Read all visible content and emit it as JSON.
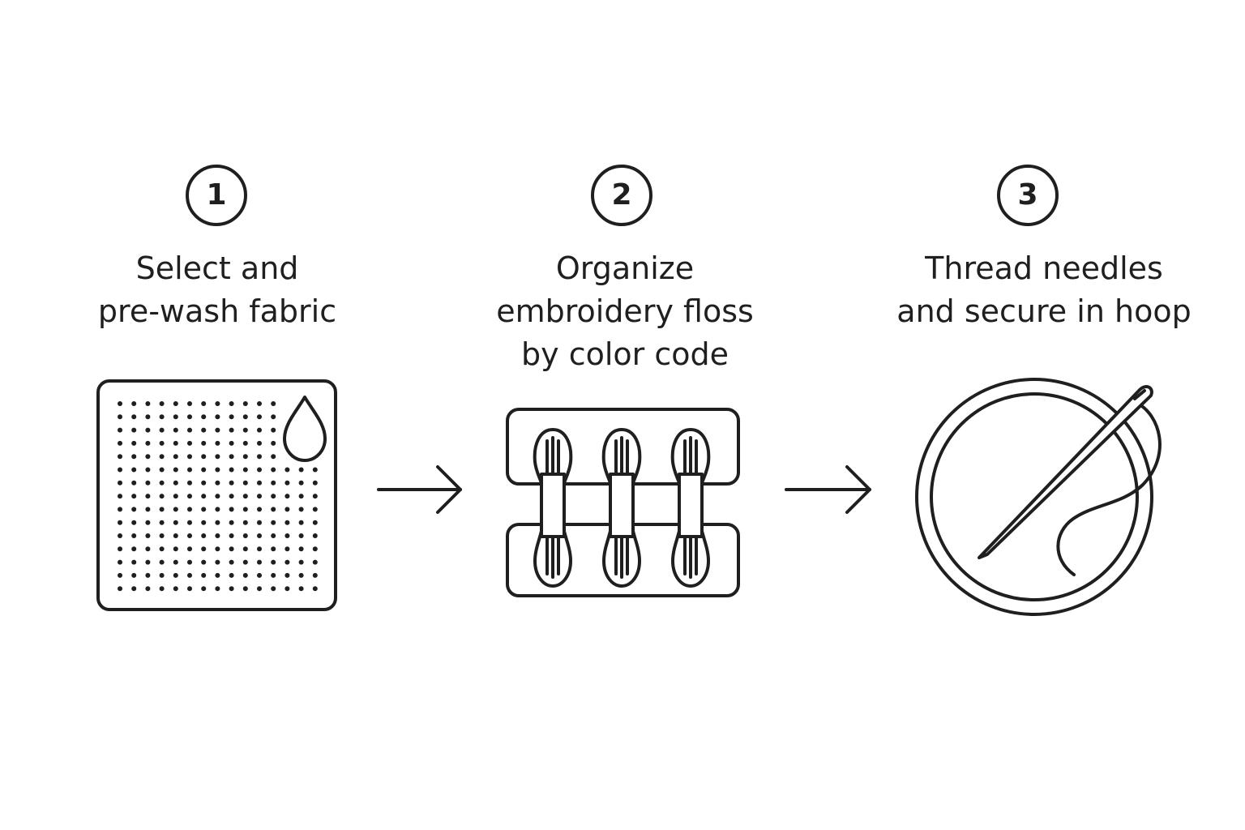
{
  "steps": [
    {
      "number": "1",
      "title_lines": [
        "Select and",
        "pre-wash fabric"
      ],
      "icon": "fabric-with-water-drop-icon"
    },
    {
      "number": "2",
      "title_lines": [
        "Organize",
        "embroidery floss",
        "by color code"
      ],
      "icon": "floss-organizer-icon"
    },
    {
      "number": "3",
      "title_lines": [
        "Thread needles",
        "and secure in hoop"
      ],
      "icon": "hoop-and-needle-icon"
    }
  ],
  "connectors": [
    "arrow-right-icon",
    "arrow-right-icon"
  ],
  "colors": {
    "ink": "#1f1f1f",
    "background": "#ffffff"
  }
}
